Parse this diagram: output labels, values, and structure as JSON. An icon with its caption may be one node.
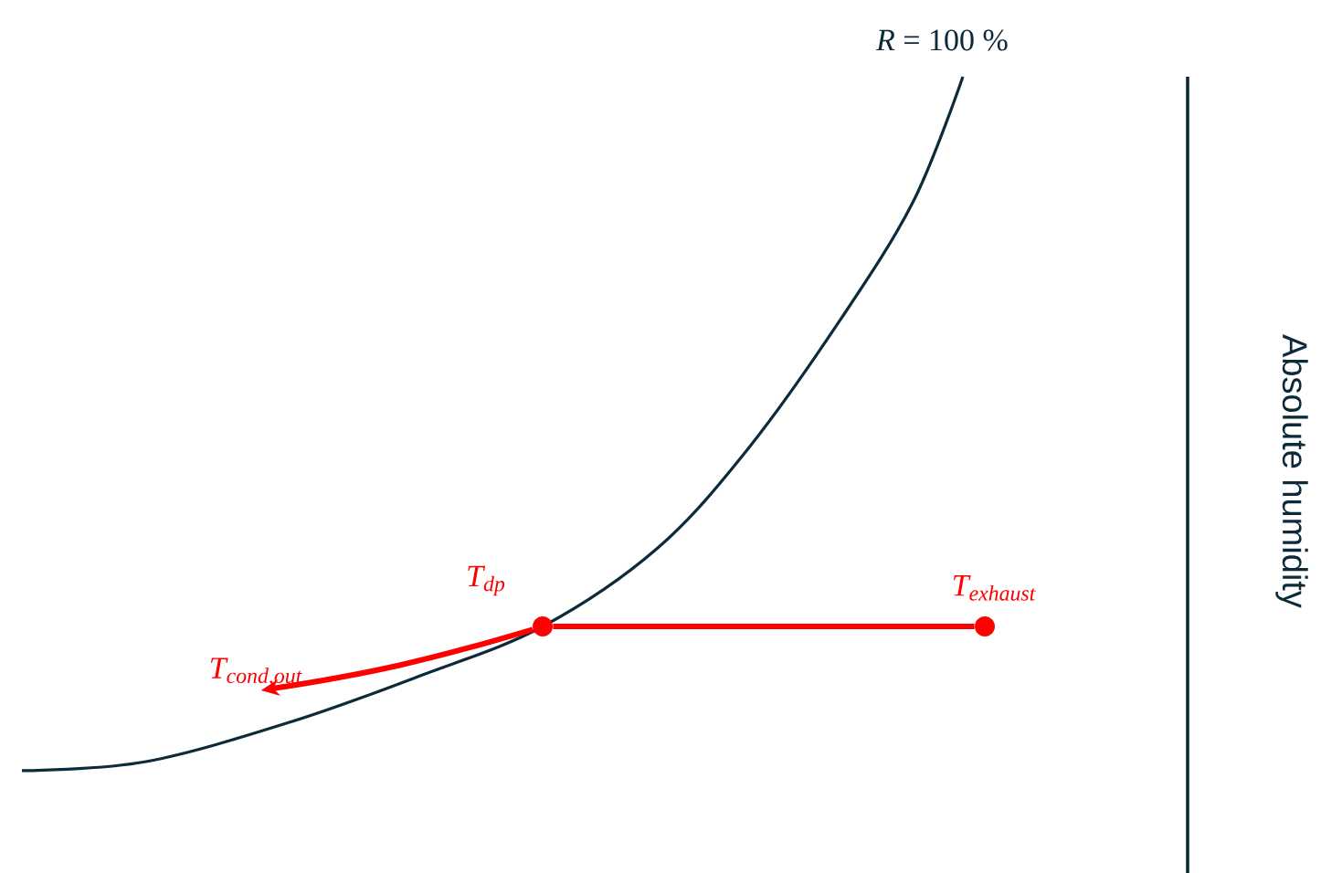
{
  "diagram": {
    "nodes": [
      {
        "text": [
          "T$_{exhaust}$"
        ]
      },
      {
        "text": [
          "T$_{dp}$"
        ]
      },
      {
        "text": [
          "T$_{cond,out}$"
        ]
      }
    ],
    "edges": [
      {
        "from": 0,
        "to": 1,
        "arrow": "none"
      },
      {
        "from": 1,
        "to": 2,
        "arrow": "to"
      }
    ],
    "labels": [
      "*R* = 100 %",
      "Absolute humidity"
    ]
  }
}
